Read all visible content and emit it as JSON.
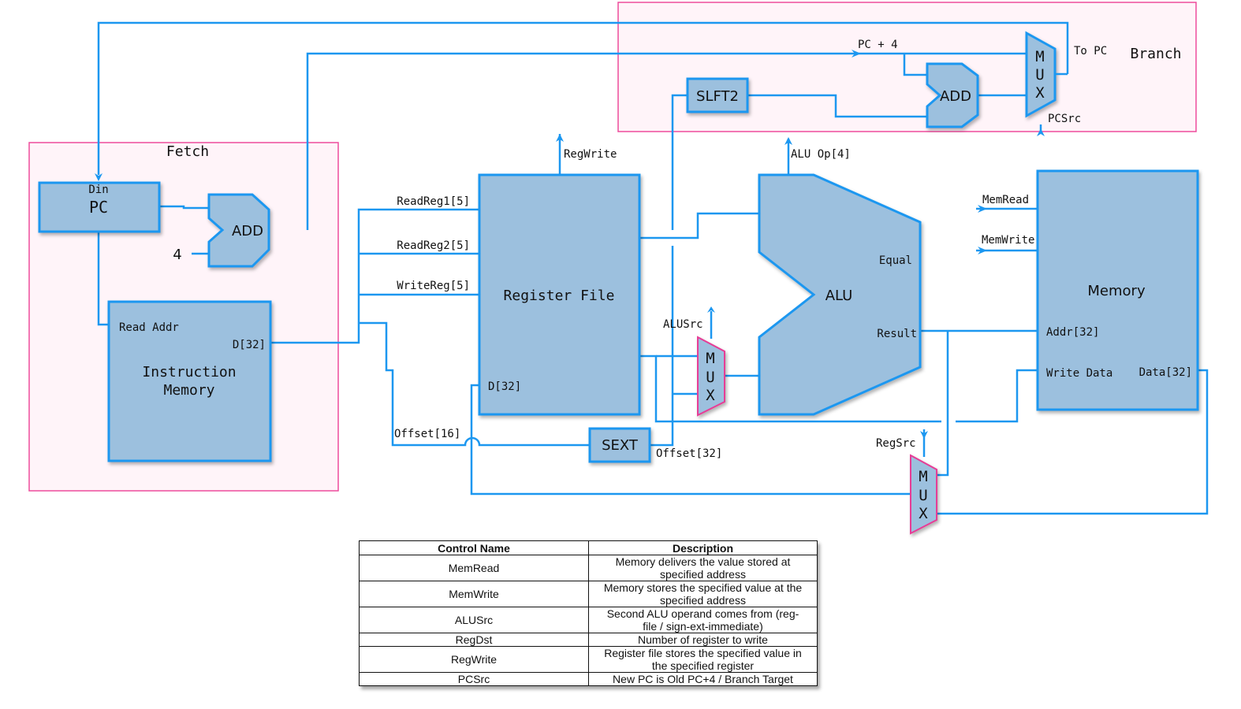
{
  "regions": {
    "fetch": "Fetch",
    "branch": "Branch"
  },
  "blocks": {
    "pc": "PC",
    "pc_din": "Din",
    "add_fetch": "ADD",
    "const_four": "4",
    "imem_line1": "Instruction",
    "imem_line2": "Memory",
    "imem_read_addr": "Read Addr",
    "imem_d": "D[32]",
    "regfile": "Register File",
    "regfile_d": "D[32]",
    "alu": "ALU",
    "alu_equal": "Equal",
    "alu_result": "Result",
    "memory": "Memory",
    "mem_addr": "Addr[32]",
    "mem_write_data": "Write Data",
    "mem_data": "Data[32]",
    "slft2": "SLFT2",
    "add_branch": "ADD",
    "sext": "SEXT",
    "mux_letters": [
      "M",
      "U",
      "X"
    ]
  },
  "signals": {
    "readreg1": "ReadReg1[5]",
    "readreg2": "ReadReg2[5]",
    "writereg": "WriteReg[5]",
    "offset16": "Offset[16]",
    "offset32": "Offset[32]",
    "regwrite": "RegWrite",
    "alusrc": "ALUSrc",
    "aluop": "ALU Op[4]",
    "memread": "MemRead",
    "memwrite": "MemWrite",
    "regsrc": "RegSrc",
    "pcsrc": "PCSrc",
    "pc_plus_4": "PC + 4",
    "to_pc": "To PC"
  },
  "control_table": {
    "headers": [
      "Control Name",
      "Description"
    ],
    "rows": [
      {
        "name": "MemRead",
        "desc_1": "Memory delivers the value stored at",
        "desc_2": "specified address"
      },
      {
        "name": "MemWrite",
        "desc_1": "Memory stores the specified value at the",
        "desc_2": "specified address"
      },
      {
        "name": "ALUSrc",
        "desc_1": "Second ALU operand comes from (reg-",
        "desc_2": "file / sign-ext-immediate)"
      },
      {
        "name": "RegDst",
        "desc_1": "Number of register to write",
        "desc_2": ""
      },
      {
        "name": "RegWrite",
        "desc_1": "Register file stores the specified value in",
        "desc_2": "the specified register"
      },
      {
        "name": "PCSrc",
        "desc_1": "New PC is Old PC+4 / Branch Target",
        "desc_2": ""
      }
    ]
  },
  "colors": {
    "wire": "#1c97f0",
    "block_fill": "#9cc0de",
    "region_border": "#ee4c9c",
    "mux_border": "#e63c96"
  }
}
